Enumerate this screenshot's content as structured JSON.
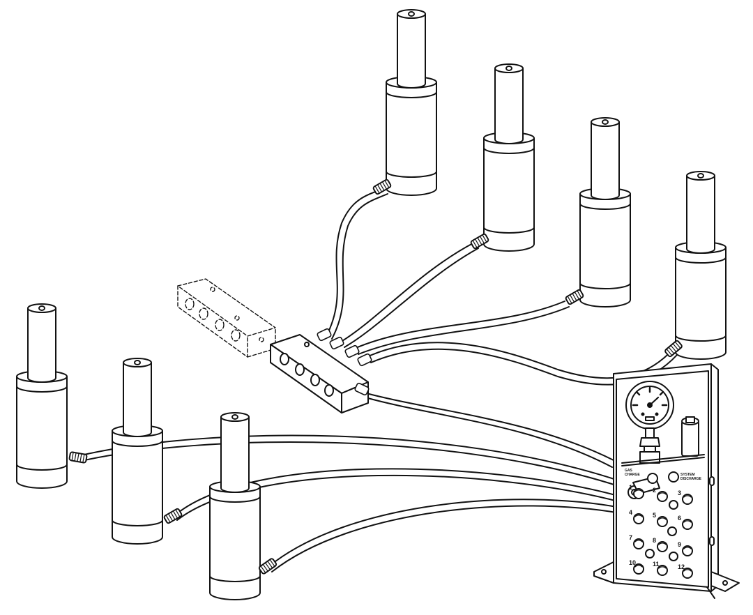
{
  "panel": {
    "labels": {
      "gas_charge": "GAS\nCHARGE",
      "system_discharge": "SYSTEM\nDISCHARGE"
    },
    "port_numbers": [
      "1",
      "2",
      "3",
      "4",
      "5",
      "6",
      "7",
      "8",
      "9",
      "10",
      "11",
      "12"
    ]
  },
  "colors": {
    "ink": "#111111",
    "fill": "#ffffff"
  }
}
